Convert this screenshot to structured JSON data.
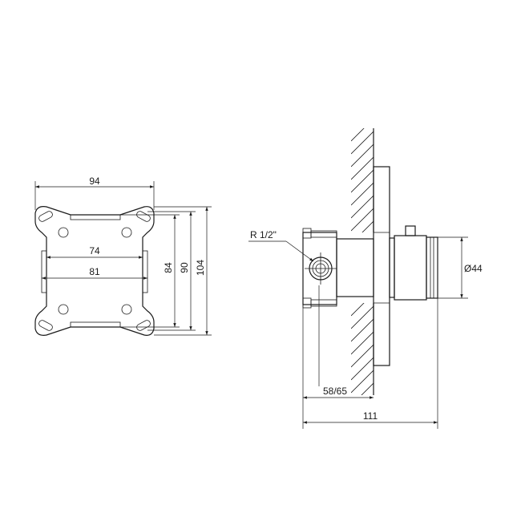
{
  "front_view": {
    "dim_total_width": "94",
    "dim_inner_width": "74",
    "dim_mid_width": "81",
    "dim_height_84": "84",
    "dim_height_90": "90",
    "dim_height_104": "104"
  },
  "side_view": {
    "thread_label": "R 1/2\"",
    "dim_diameter": "Ø44",
    "dim_depth": "58/65",
    "dim_length": "111"
  }
}
